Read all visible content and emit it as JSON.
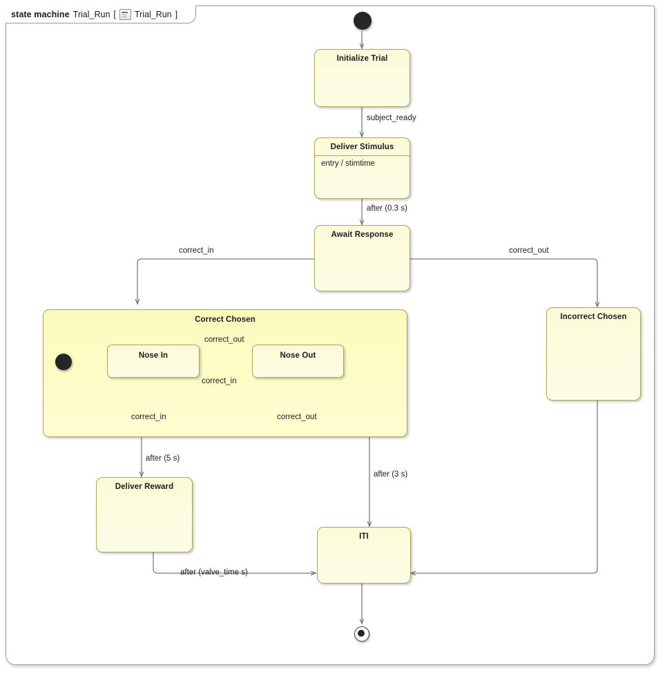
{
  "frame": {
    "keyword": "state machine",
    "name": "Trial_Run",
    "bracket_open": "[",
    "icon": "state-machine-icon",
    "inner_name": "Trial_Run",
    "bracket_close": "]"
  },
  "states": {
    "initialize_trial": {
      "name": "Initialize Trial"
    },
    "deliver_stimulus": {
      "name": "Deliver Stimulus",
      "entry": "entry / stimtime"
    },
    "await_response": {
      "name": "Await Response"
    },
    "correct_chosen": {
      "name": "Correct Chosen"
    },
    "nose_in": {
      "name": "Nose In"
    },
    "nose_out": {
      "name": "Nose Out"
    },
    "incorrect_chosen": {
      "name": "Incorrect Chosen"
    },
    "deliver_reward": {
      "name": "Deliver Reward"
    },
    "iti": {
      "name": "ITI"
    }
  },
  "transitions": {
    "start_to_initialize": "",
    "initialize_to_stimulus": "subject_ready",
    "stimulus_to_await": "after (0.3 s)",
    "await_to_correct": "correct_in",
    "await_to_incorrect": "correct_out",
    "nose_in_to_nose_out": "correct_out",
    "nose_out_to_nose_in": "correct_in",
    "nose_in_self": "correct_in",
    "nose_out_self": "correct_out",
    "correct_to_reward": "after (5 s)",
    "nose_out_to_iti": "after (3 s)",
    "reward_to_iti": "after (valve_time s)",
    "incorrect_to_iti": "",
    "iti_to_final": ""
  },
  "colors": {
    "state_fill": "#fcfcdf",
    "composite_fill": "#fbfbc4",
    "state_border": "#a5a55c",
    "edge": "#7b7b7b",
    "frame_border": "#9a9a9a",
    "text": "#1c1c1c"
  }
}
